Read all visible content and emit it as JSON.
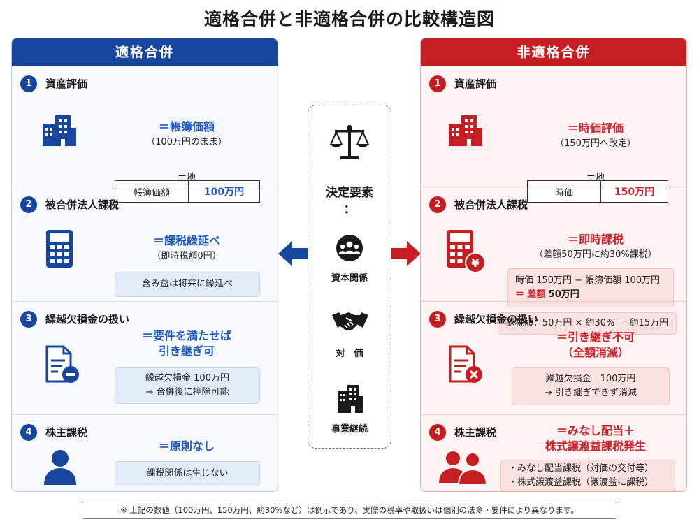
{
  "title": "適格合併と非適格合併の比較構造図",
  "colors": {
    "blue": "#17469e",
    "red": "#c41e22"
  },
  "left": {
    "header": "適格合併",
    "s1": {
      "num": "1",
      "title": "資産評価",
      "em": "＝帳簿価額",
      "sub": "（100万円のまま）",
      "tag": "土地",
      "key": "帳簿価額",
      "value": "100万円",
      "icon": "building-icon"
    },
    "s2": {
      "num": "2",
      "title": "被合併法人課税",
      "em": "＝課税繰延べ",
      "sub": "（即時税額0円）",
      "note": "含み益は将来に繰延べ",
      "icon": "calculator-icon"
    },
    "s3": {
      "num": "3",
      "title": "繰越欠損金の扱い",
      "em1": "＝要件を満たせば",
      "em2": "引き継ぎ可",
      "note1": "繰越欠損金 100万円",
      "note2": "→ 合併後に控除可能",
      "icon": "document-minus-icon"
    },
    "s4": {
      "num": "4",
      "title": "株主課税",
      "em": "＝原則なし",
      "note": "課税関係は生じない",
      "icon": "person-icon"
    }
  },
  "right": {
    "header": "非適格合併",
    "s1": {
      "num": "1",
      "title": "資産評価",
      "em": "＝時価評価",
      "sub": "（150万円へ改定）",
      "tag": "土地",
      "key": "時価",
      "value": "150万円",
      "icon": "building-icon"
    },
    "s2": {
      "num": "2",
      "title": "被合併法人課税",
      "em": "＝即時課税",
      "sub": "（差額50万円に約30%課税）",
      "calc1": "時価 150万円 − 帳簿価額 100万円",
      "calc2_prefix": "＝ 差額",
      "calc2_value": "50万円",
      "tax": "課税額：50万円 × 約30% ＝ 約15万円",
      "icon": "calculator-yen-icon"
    },
    "s3": {
      "num": "3",
      "title": "繰越欠損金の扱い",
      "em1": "＝引き継ぎ不可",
      "em2": "（全額消滅）",
      "note1": "繰越欠損金　100万円",
      "note2": "→ 引き継ぎできず消滅",
      "icon": "document-x-icon"
    },
    "s4": {
      "num": "4",
      "title": "株主課税",
      "em1": "＝みなし配当＋",
      "em2": "株式譲渡益課税発生",
      "note1": "・みなし配当課税（対価の交付等）",
      "note2": "・株式譲渡益課税（譲渡益に課税）",
      "icon": "people-icon"
    }
  },
  "middle": {
    "factors_label": "決定要素",
    "colon": "：",
    "f1": "資本関係",
    "f2": "対　価",
    "f3": "事業継続",
    "icons": [
      "scale-icon",
      "group-icon",
      "handshake-icon",
      "office-building-icon"
    ]
  },
  "footer": "※ 上記の数値（100万円、150万円、約30%など）は例示であり、実際の税率や取扱いは個別の法令・要件により異なります。"
}
